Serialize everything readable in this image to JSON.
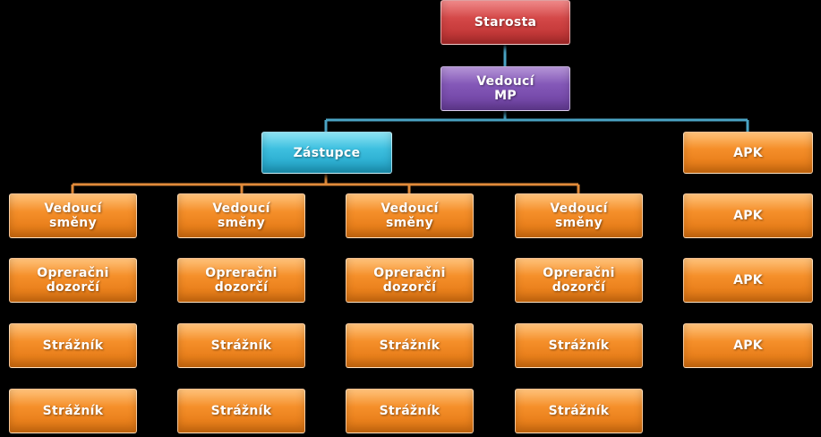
{
  "nodes": {
    "starosta": "Starosta",
    "vedouci_mp": "Vedoucí\nMP",
    "zastupce": "Zástupce",
    "columns": [
      {
        "vedouci_smeny": "Vedoucí\nsměny",
        "operacni_dozorci": "Opreračni\ndozorčí",
        "straznik_1": "Strážník",
        "straznik_2": "Strážník"
      },
      {
        "vedouci_smeny": "Vedoucí\nsměny",
        "operacni_dozorci": "Opreračni\ndozorčí",
        "straznik_1": "Strážník",
        "straznik_2": "Strážník"
      },
      {
        "vedouci_smeny": "Vedoucí\nsměny",
        "operacni_dozorci": "Opreračni\ndozorčí",
        "straznik_1": "Strážník",
        "straznik_2": "Strážník"
      },
      {
        "vedouci_smeny": "Vedoucí\nsměny",
        "operacni_dozorci": "Opreračni\ndozorčí",
        "straznik_1": "Strážník",
        "straznik_2": "Strážník"
      }
    ],
    "apk": [
      "APK",
      "APK",
      "APK",
      "APK"
    ]
  },
  "colors": {
    "starosta": "#c73a3a",
    "vedouci_mp": "#7a4cad",
    "zastupce": "#2bb3d6",
    "unit": "#f0821e",
    "connector_blue": "#4aa3c4",
    "connector_orange": "#e08a3a"
  }
}
